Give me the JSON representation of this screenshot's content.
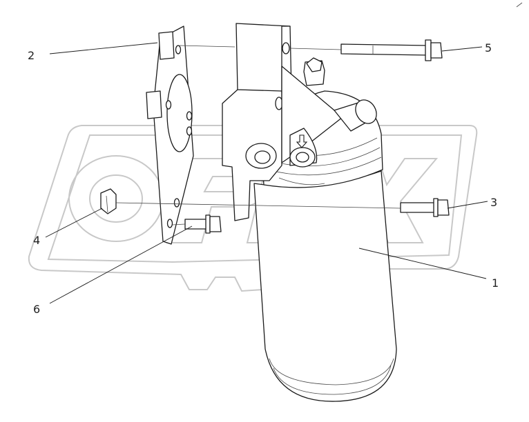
{
  "watermark": {
    "text": "OPEX"
  },
  "callouts": [
    {
      "id": "1",
      "label": "1"
    },
    {
      "id": "2",
      "label": "2"
    },
    {
      "id": "3",
      "label": "3"
    },
    {
      "id": "4",
      "label": "4"
    },
    {
      "id": "5",
      "label": "5"
    },
    {
      "id": "6",
      "label": "6"
    }
  ],
  "colors": {
    "line": "#1a1a1a",
    "watermark": "#c8c8c8",
    "background": "#ffffff"
  }
}
